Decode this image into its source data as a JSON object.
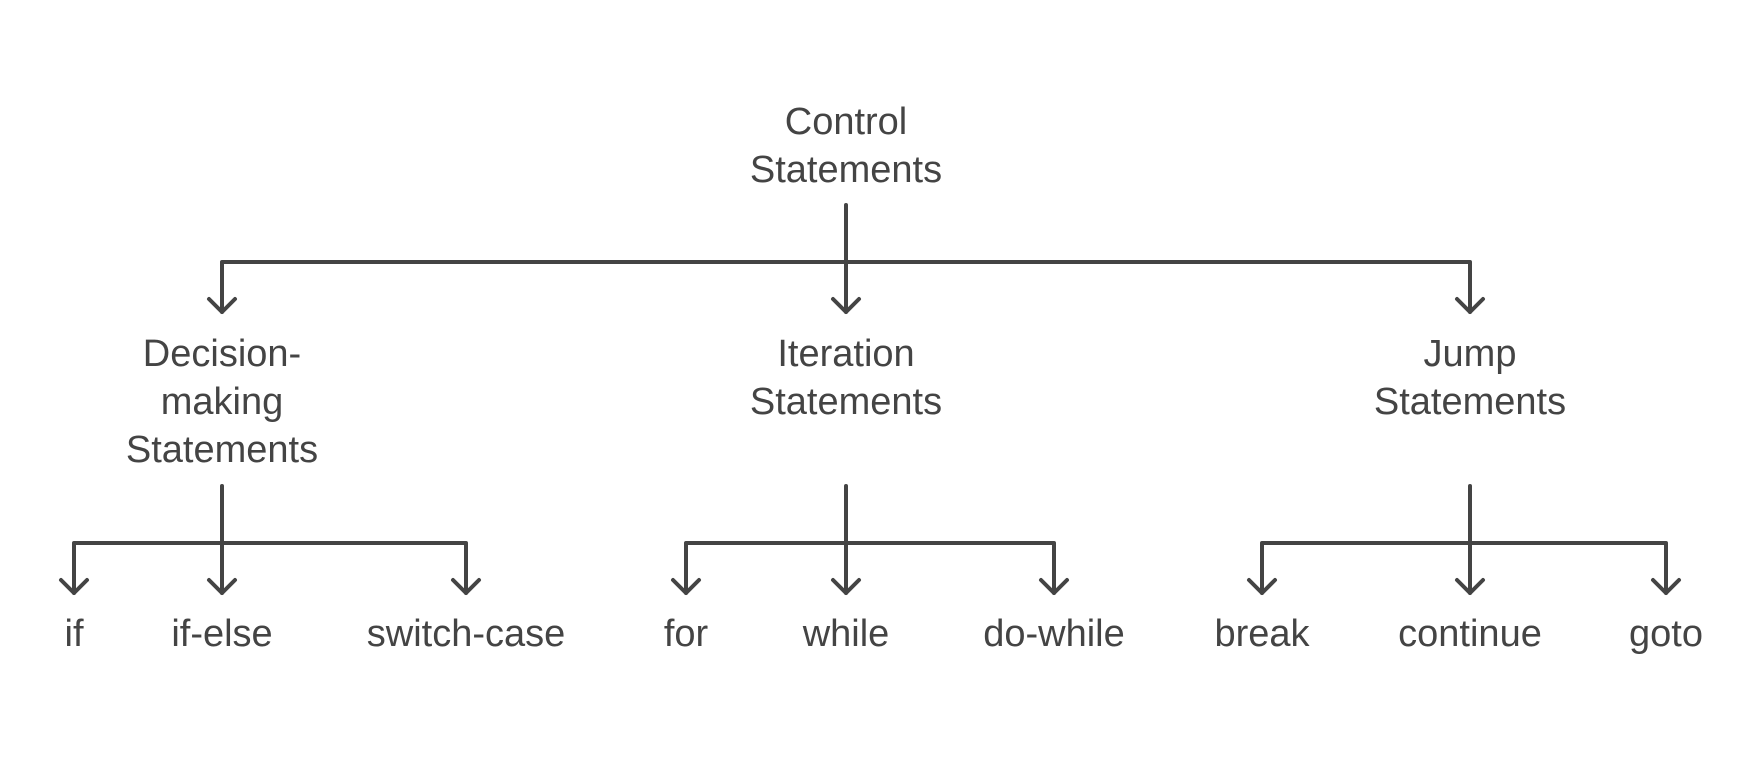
{
  "tree": {
    "root": {
      "label": [
        "Control",
        "Statements"
      ]
    },
    "categories": [
      {
        "label": [
          "Decision-",
          "making",
          "Statements"
        ],
        "children": [
          "if",
          "if-else",
          "switch-case"
        ]
      },
      {
        "label": [
          "Iteration",
          "Statements"
        ],
        "children": [
          "for",
          "while",
          "do-while"
        ]
      },
      {
        "label": [
          "Jump",
          "Statements"
        ],
        "children": [
          "break",
          "continue",
          "goto"
        ]
      }
    ]
  },
  "colors": {
    "line": "#444444",
    "text": "#444444",
    "background": "#ffffff"
  }
}
